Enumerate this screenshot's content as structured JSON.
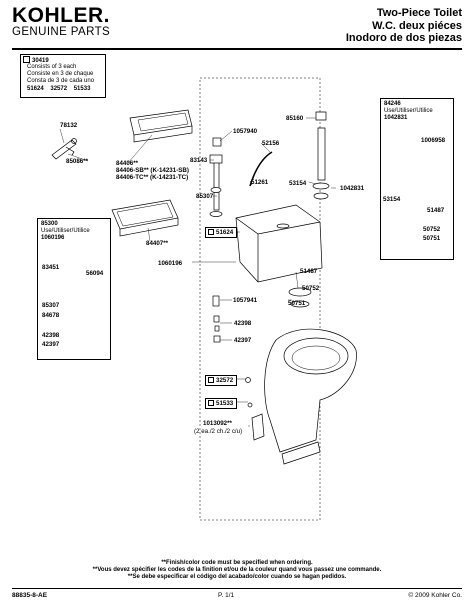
{
  "brand": {
    "name": "KOHLER.",
    "sub": "GENUINE PARTS"
  },
  "titles": [
    "Two-Piece Toilet",
    "W.C. deux piéces",
    "Inodoro de dos piezas"
  ],
  "kit_box": {
    "part": "30419",
    "lines": [
      "Consists of 3 each",
      "Consiste en 3 de chaque",
      "Consta de 3 de cada uno"
    ],
    "parts": [
      "51624",
      "32572",
      "51533"
    ]
  },
  "left_box": {
    "part": "85300",
    "lines": [
      "Use/Utiliser/Utilice"
    ],
    "ref": "1060196"
  },
  "right_box": {
    "part": "84246",
    "lines": [
      "Use/Utiliser/Utilice"
    ],
    "ref": "1042831"
  },
  "labels": {
    "p78132": "78132",
    "p85086": "85086**",
    "p84406": "84406**",
    "p84406sb": "84406-SB** (K-14231-SB)",
    "p84406tc": "84406-TC** (K-14231-TC)",
    "p84407": "84407**",
    "p1057940": "1057940",
    "p83143": "83143",
    "p85307a": "85307",
    "p52156": "52156",
    "p51261": "51261",
    "p85160": "85160",
    "p53154a": "53154",
    "p1042831": "1042831",
    "p51624": "51624",
    "p1060196": "1060196",
    "p51487a": "51487",
    "p50752a": "50752",
    "p50751a": "50751",
    "p1057941": "1057941",
    "p42398": "42398",
    "p42397": "42397",
    "p32572": "32572",
    "p51533": "51533",
    "p1013092": "1013092**",
    "p1013092q": "(2 ea./2 ch./2 c/u)",
    "l83451": "83451",
    "l56094": "56094",
    "l85307": "85307",
    "l84678": "84678",
    "l42398": "42398",
    "l42397": "42397",
    "r1006958": "1006958",
    "r53154": "53154",
    "r51487": "51487",
    "r50752": "50752",
    "r50751": "50751"
  },
  "notes": [
    "**Finish/color code must be specified when ordering.",
    "**Vous devez spécifier les codes de la finition et/ou de la couleur quand vous passez une commande.",
    "**Se debe especificar el código del acabado/color cuando se hagan pedidos."
  ],
  "footer": {
    "doc": "88835-8-AE",
    "page": "P. 1/1",
    "copyright": "© 2009 Kohler Co."
  }
}
